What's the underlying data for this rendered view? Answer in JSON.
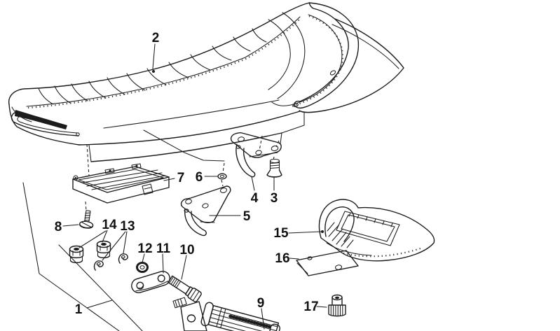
{
  "diagram": {
    "description": "Exploded-view line drawing of a motorcycle dual bench seat with rear cowl, hinge brackets and latch hardware",
    "style": "black line art on white background",
    "colors": {
      "background": "#ffffff",
      "line": "#1c1c1c",
      "label": "#111111"
    },
    "labels": [
      {
        "part": "1",
        "text": "1"
      },
      {
        "part": "2",
        "text": "2"
      },
      {
        "part": "3",
        "text": "3"
      },
      {
        "part": "4",
        "text": "4"
      },
      {
        "part": "5",
        "text": "5"
      },
      {
        "part": "6",
        "text": "6"
      },
      {
        "part": "7",
        "text": "7"
      },
      {
        "part": "8",
        "text": "8"
      },
      {
        "part": "9",
        "text": "9"
      },
      {
        "part": "10",
        "text": "10"
      },
      {
        "part": "11",
        "text": "11"
      },
      {
        "part": "12",
        "text": "12"
      },
      {
        "part": "13",
        "text": "13"
      },
      {
        "part": "14",
        "text": "14"
      },
      {
        "part": "15",
        "text": "15"
      },
      {
        "part": "16",
        "text": "16"
      },
      {
        "part": "17",
        "text": "17"
      }
    ]
  }
}
